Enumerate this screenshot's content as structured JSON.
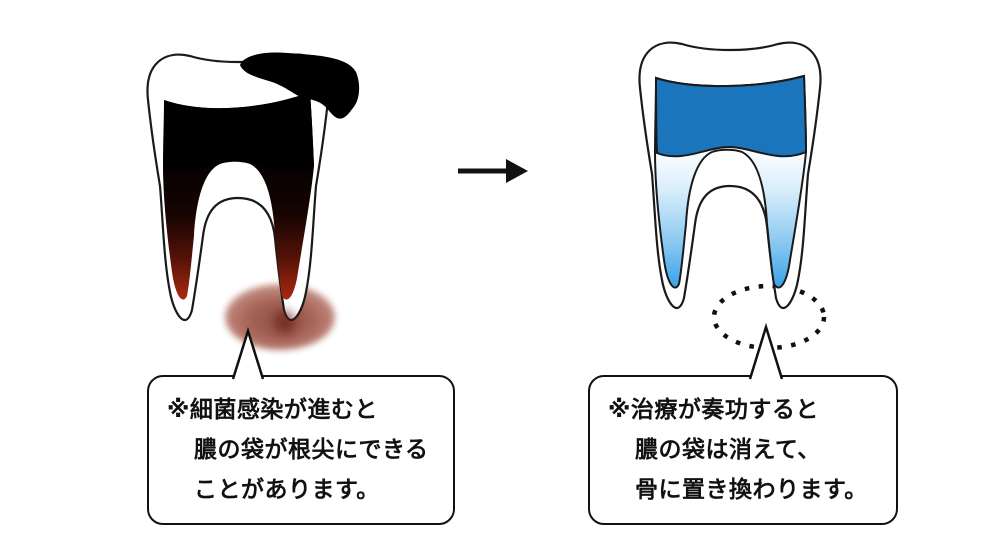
{
  "diagram": {
    "background_color": "#ffffff",
    "outline_color": "#1a1a1a",
    "before": {
      "name": "infected tooth with abscess",
      "decay_color": "#000000",
      "root_tip_color": "#bb2c12",
      "abscess_color": "#9d5849",
      "callout_lines": [
        "※細菌感染が進むと",
        "膿の袋が根尖にできる",
        "ことがあります。"
      ]
    },
    "after": {
      "name": "treated tooth with filling",
      "filling_color": "#1b75bc",
      "canal_tip_color": "#2f9fe8",
      "callout_lines": [
        "※治療が奏功すると",
        "膿の袋は消えて、",
        "骨に置き換わります。"
      ]
    }
  }
}
